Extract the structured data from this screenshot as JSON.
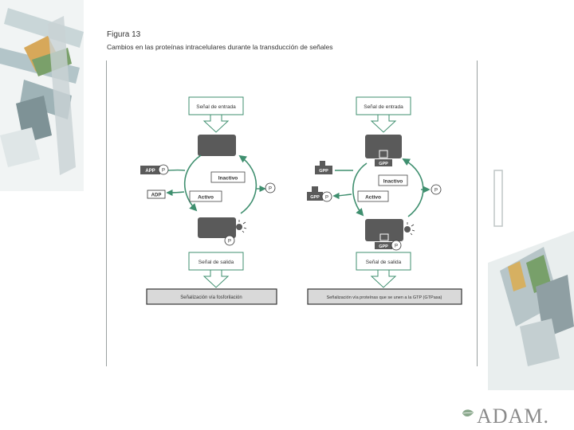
{
  "figure": {
    "label": "Figura 13",
    "caption": "Cambios en las proteínas intracelulares durante la transducción de señales"
  },
  "left_panel": {
    "input": "Señal de entrada",
    "output": "Señal de salida",
    "inactive": "Inactivo",
    "active": "Activo",
    "app": "APP",
    "adp": "ADP",
    "phosphate": "P",
    "footer": "Señalización vía fosforilación"
  },
  "right_panel": {
    "input": "Señal de entrada",
    "output": "Señal de salida",
    "inactive": "Inactivo",
    "active": "Activo",
    "gpp_top": "GPP",
    "gpp_left": "GPP",
    "gpp_left2": "GPP",
    "gpp_bottom": "GPP",
    "phosphate": "P",
    "footer": "Señalización vía proteínas que se unen a la GTP (GTPasa)"
  },
  "brand": {
    "logo_text": "ADAM."
  },
  "colors": {
    "arrow_green": "#3f8f6f",
    "box_dark": "#5a5a5a",
    "box_outline": "#2f7a5a"
  }
}
